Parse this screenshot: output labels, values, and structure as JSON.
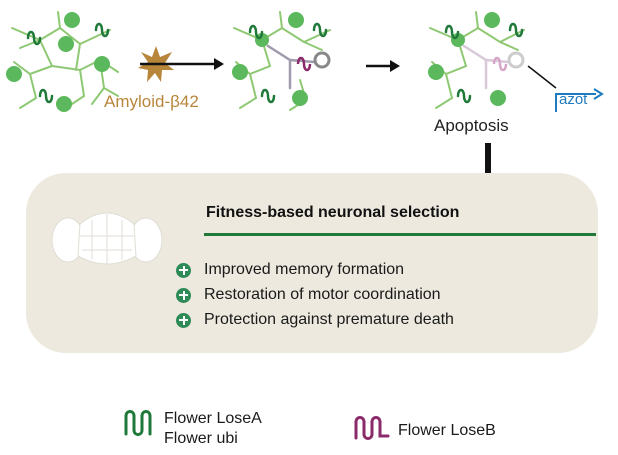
{
  "top_row": {
    "stimulus_label": "Amyloid-β42",
    "apoptosis_label": "Apoptosis",
    "gene_label": "azot"
  },
  "panel": {
    "title": "Fitness-based neuronal selection",
    "benefits": [
      "Improved memory formation",
      "Restoration of motor coordination",
      "Protection against premature death"
    ]
  },
  "legend": {
    "green_lines": [
      "Flower LoseA",
      "Flower ubi"
    ],
    "purple_line": "Flower LoseB"
  },
  "colors": {
    "neuron_green": "#5cb85c",
    "branch_green": "#8ec872",
    "loser_purple": "#8b2a6b",
    "gene_blue": "#1f7bbf",
    "plus_green": "#2e8b57",
    "panel_bg": "#ede9df"
  }
}
